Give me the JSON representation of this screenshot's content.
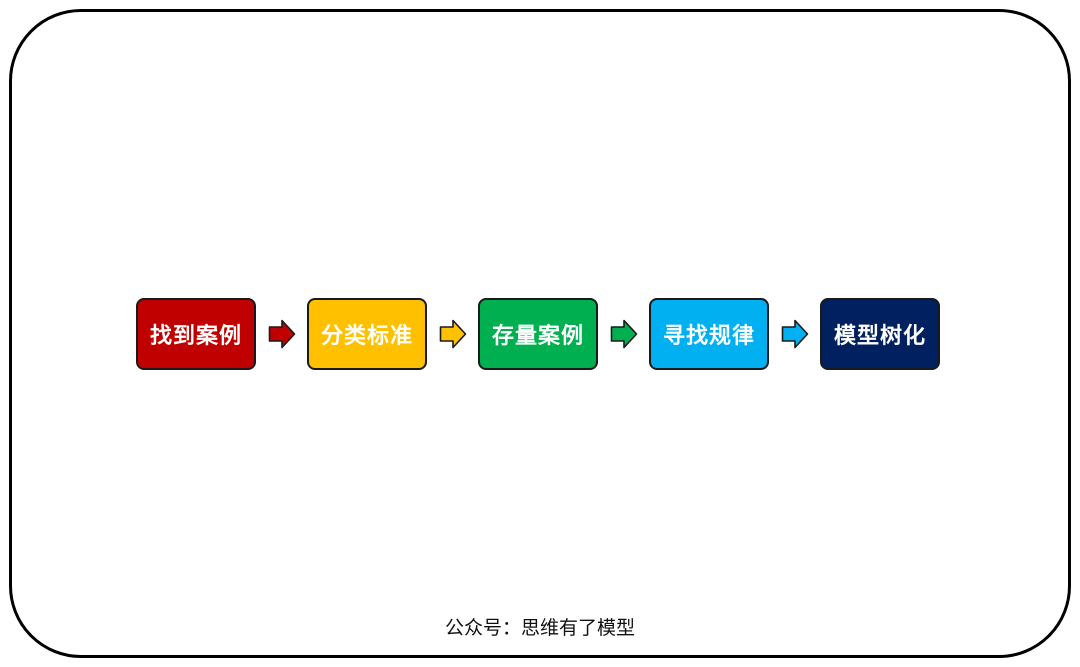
{
  "steps": [
    {
      "label": "找到案例",
      "color": "#C00000"
    },
    {
      "label": "分类标准",
      "color": "#FFC000"
    },
    {
      "label": "存量案例",
      "color": "#00B050"
    },
    {
      "label": "寻找规律",
      "color": "#00B0F0"
    },
    {
      "label": "模型树化",
      "color": "#002060"
    }
  ],
  "arrows": [
    {
      "icon": "right-arrow-icon",
      "color": "#C00000"
    },
    {
      "icon": "right-arrow-icon",
      "color": "#FFC000"
    },
    {
      "icon": "right-arrow-icon",
      "color": "#00B050"
    },
    {
      "icon": "right-arrow-icon",
      "color": "#00B0F0"
    }
  ],
  "footer": {
    "text": "公众号：思维有了模型"
  }
}
